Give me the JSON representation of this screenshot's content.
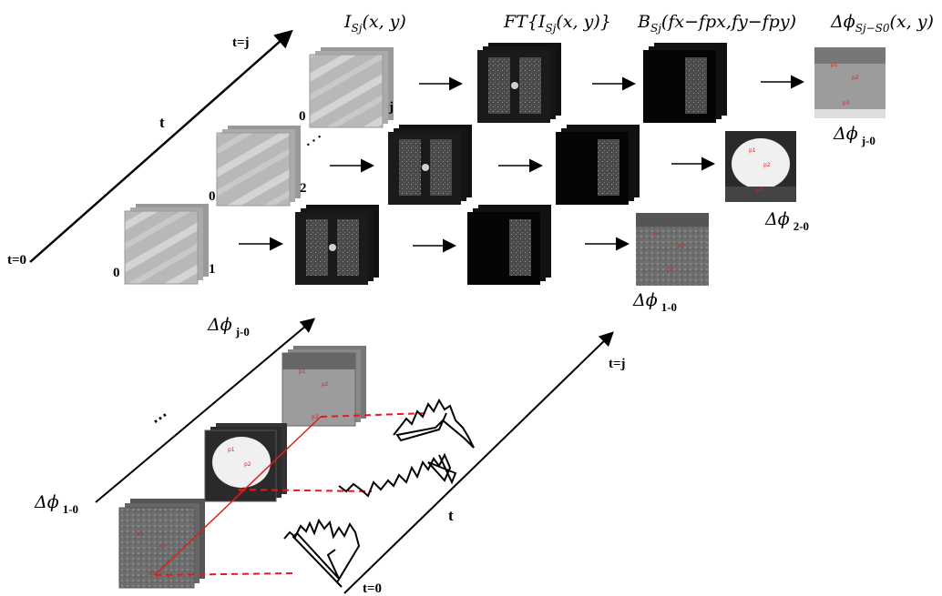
{
  "labels": {
    "t_start": "t=0",
    "t_end": "t=j",
    "t_axis": "t",
    "stack_idx_0": "0",
    "stack_idx_1": "1",
    "stack_idx_2": "2",
    "stack_idx_j": "j",
    "dots": ". . .",
    "phi": "Δϕ",
    "sub_1_0": "1-0",
    "sub_2_0": "2-0",
    "sub_j_0": "j-0",
    "ellipsis": "⋯",
    "bottom_t_start": "t=0",
    "bottom_t_end": "t=j",
    "bottom_t_axis": "t"
  },
  "headers": {
    "intensity": "I",
    "intensity_sub": "Sj",
    "intensity_args": "(x, y)",
    "fourier": "FT{I",
    "fourier_sub": "Sj",
    "fourier_args": "(x, y)}",
    "filtered": "B",
    "filtered_sub": "Sj",
    "filtered_args": "(fx−fpx,fy−fpy)",
    "phase": "Δϕ",
    "phase_sub": "Sj−S0",
    "phase_args": "(x, y)"
  },
  "point_labels": [
    "p1",
    "p2",
    "p3"
  ],
  "colors": {
    "accent": "#e01c1c",
    "panel_dark": "#1a1a1a",
    "panel_gray": "#8c8c8c",
    "phase_bg": "#9c9c9c"
  }
}
